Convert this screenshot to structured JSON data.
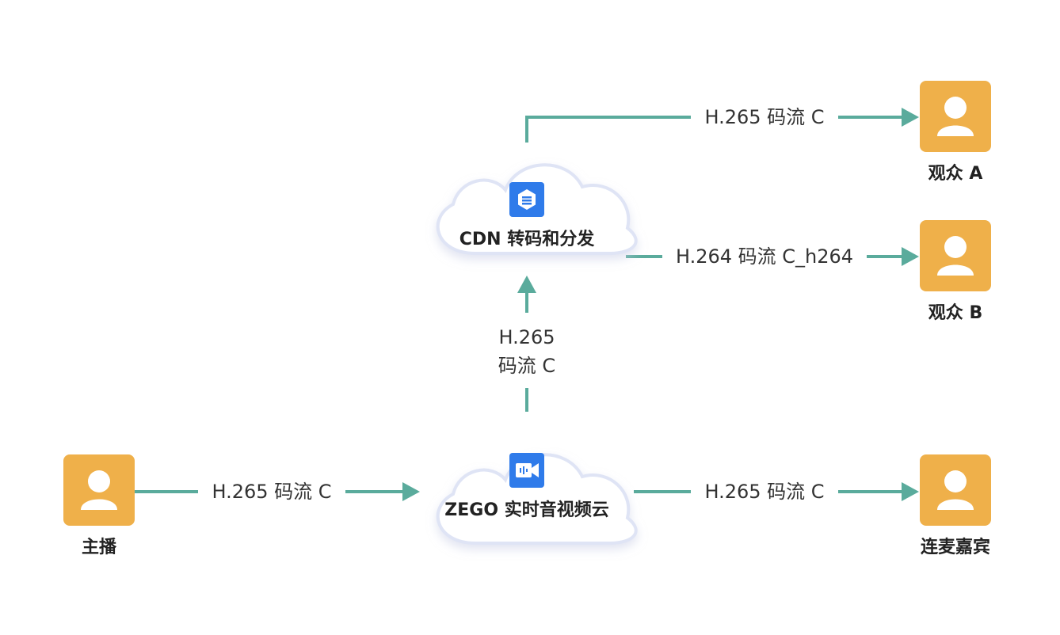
{
  "colors": {
    "edge": "#5aab9c",
    "avatar_bg": "#efb04a",
    "cloud_border": "#dfe4f5",
    "icon_blue": "#2f7bea"
  },
  "nodes": {
    "host": {
      "label": "主播",
      "icon": "user-icon"
    },
    "audience_a": {
      "label": "观众 A",
      "icon": "user-icon"
    },
    "audience_b": {
      "label": "观众 B",
      "icon": "user-icon"
    },
    "co_host": {
      "label": "连麦嘉宾",
      "icon": "user-icon"
    },
    "cdn": {
      "label": "CDN 转码和分发",
      "icon": "cdn-icon"
    },
    "zego": {
      "label": "ZEGO 实时音视频云",
      "icon": "video-camera-icon"
    }
  },
  "edges": {
    "host_to_zego": "H.265 码流 C",
    "zego_to_cohost": "H.265 码流 C",
    "zego_to_cdn_line1": "H.265",
    "zego_to_cdn_line2": "码流 C",
    "cdn_to_a": "H.265 码流 C",
    "cdn_to_b": "H.264 码流 C_h264"
  }
}
